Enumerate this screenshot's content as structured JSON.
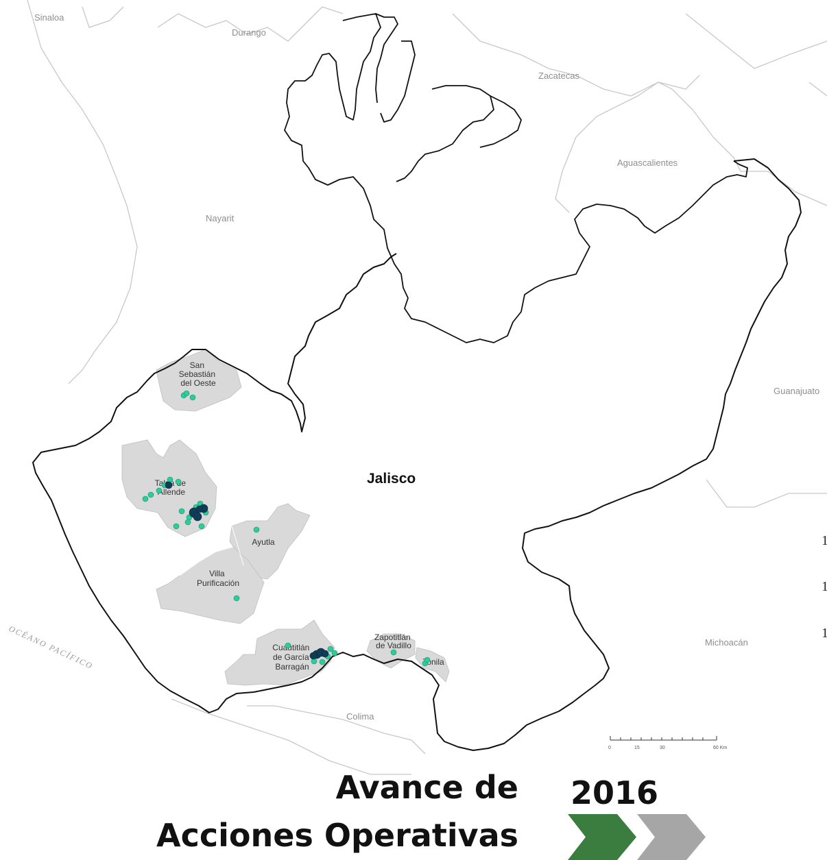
{
  "map": {
    "state_labels": {
      "sinaloa": "Sinaloa",
      "durango": "Durango",
      "zacatecas": "Zacatecas",
      "aguascalientes": "Aguascalientes",
      "nayarit": "Nayarit",
      "guanajuato": "Guanajuato",
      "michoacan": "Michoacán",
      "colima": "Colima",
      "jalisco": "Jalisco"
    },
    "ocean_label": "OCÉANO PACÍFICO",
    "municipalities": [
      {
        "id": "san-sebastian",
        "lines": [
          "San",
          "Sebastián",
          "del Oeste"
        ]
      },
      {
        "id": "talpa",
        "lines": [
          "Talpa de",
          "Allende"
        ]
      },
      {
        "id": "ayutla",
        "lines": [
          "Ayutla"
        ]
      },
      {
        "id": "villa-purificacion",
        "lines": [
          "Villa",
          "Purificación"
        ]
      },
      {
        "id": "cuautitlan",
        "lines": [
          "Cuautitlán",
          "de García",
          "Barragán"
        ]
      },
      {
        "id": "zapotitlan",
        "lines": [
          "Zapotitlán",
          "de Vadillo"
        ]
      },
      {
        "id": "tonila",
        "lines": [
          "Tonila"
        ]
      }
    ],
    "scale_bar": {
      "ticks": [
        "0",
        "15",
        "30",
        "60 Km"
      ]
    },
    "edge_digits": [
      "1",
      "1",
      "1"
    ],
    "colors": {
      "land": "#ffffff",
      "state_border": "#c8c8c8",
      "jalisco_border": "#111111",
      "municipality_fill": "#d9d9d9",
      "point_light": "#2ecc9a",
      "point_dark": "#0f3d57",
      "chevron_green": "#3a7d3e",
      "chevron_grey": "#a6a6a6"
    }
  },
  "footer": {
    "line1": "Avance de",
    "line2": "Acciones Operativas",
    "year": "2016"
  }
}
